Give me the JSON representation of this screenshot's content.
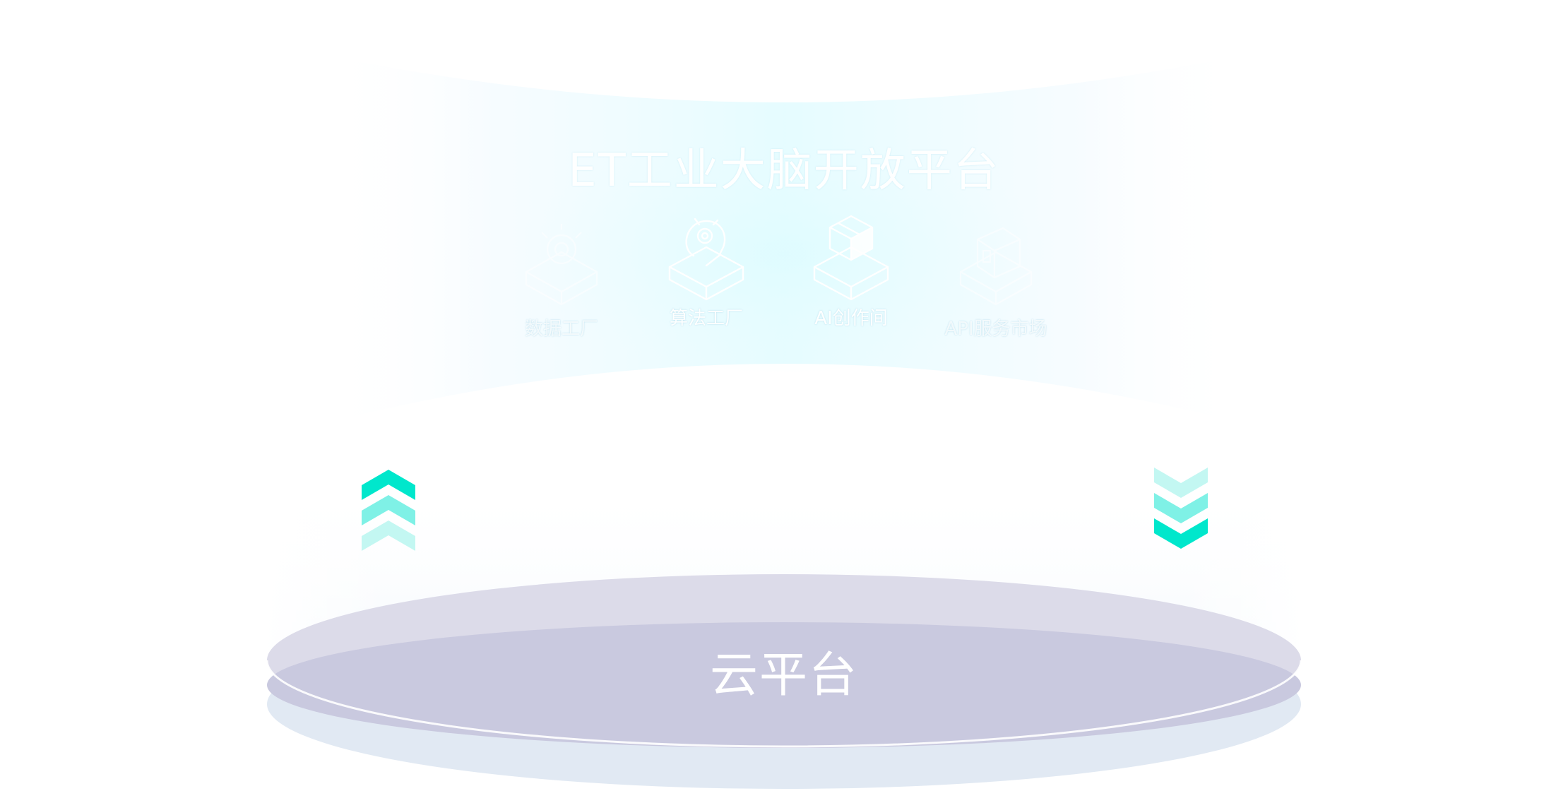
{
  "platform": {
    "title": "ET工业大脑开放平台",
    "modules": [
      {
        "label": "数据工厂",
        "icon": "data-factory-icon"
      },
      {
        "label": "算法工厂",
        "icon": "algorithm-factory-icon"
      },
      {
        "label": "AI创作间",
        "icon": "ai-studio-icon"
      },
      {
        "label": "API服务市场",
        "icon": "api-market-icon"
      }
    ]
  },
  "cloud": {
    "label": "云平台"
  },
  "colors": {
    "accent": "#00e7cc",
    "accent_mid": "#7ff1e6",
    "accent_light": "#c3f7f2",
    "glow": "#e6fdff",
    "disc_top": "#dcdbe9",
    "disc_inner": "#c9c7de",
    "disc_base": "#e1e9f3"
  },
  "arrows": {
    "left": "chevrons-up-icon",
    "right": "chevrons-down-icon"
  }
}
